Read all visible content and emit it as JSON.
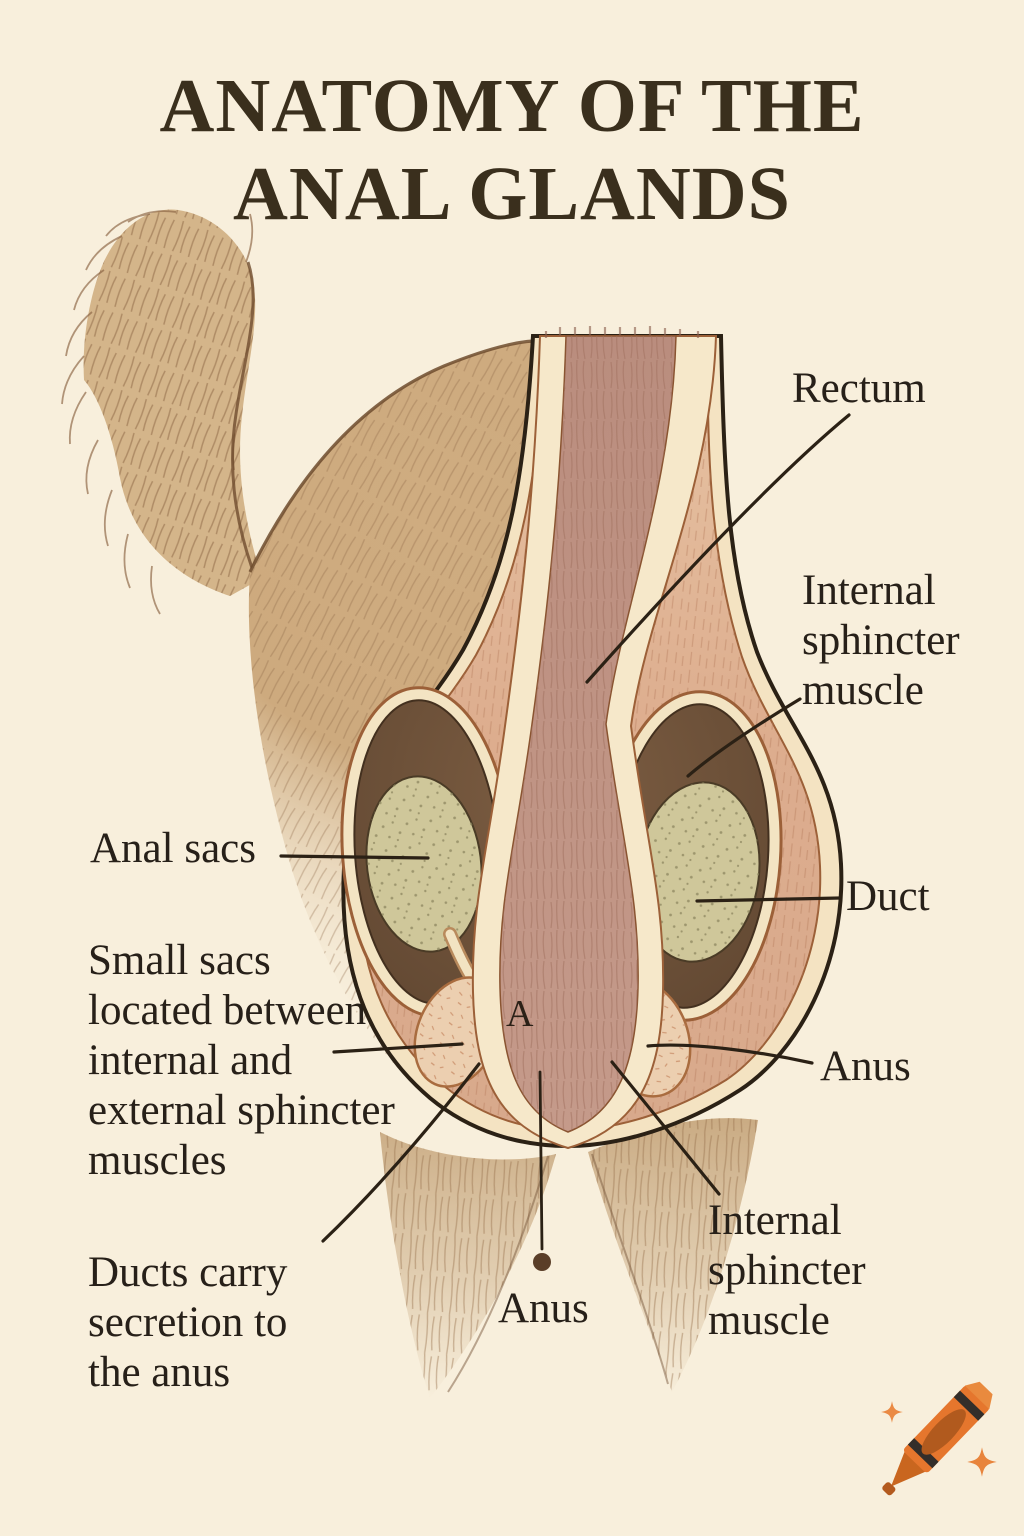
{
  "page": {
    "background_color": "#f8efdc"
  },
  "title": {
    "lines": [
      "ANATOMY OF THE",
      "ANAL GLANDS"
    ],
    "color": "#3a2f1d"
  },
  "labels": {
    "rectum": {
      "text": "Rectum"
    },
    "internal_sphincter_upper": {
      "lines": [
        "Internal",
        "sphincter",
        "muscle"
      ]
    },
    "anal_sacs": {
      "text": "Anal sacs"
    },
    "duct": {
      "text": "Duct"
    },
    "small_sacs_note": {
      "lines": [
        "Small sacs",
        "located between",
        "internal and",
        "external sphincter",
        "muscles"
      ]
    },
    "anus_side": {
      "text": "Anus"
    },
    "ducts_note": {
      "lines": [
        "Ducts carry",
        "secretion to",
        "the anus"
      ]
    },
    "anus_bottom": {
      "text": "Anus"
    },
    "internal_sphincter_lower": {
      "lines": [
        "Internal",
        "sphincter",
        "muscle"
      ]
    }
  },
  "diagram": {
    "canal_letter": "A",
    "subject": "dog hindquarters cross-section"
  },
  "colors": {
    "background": "#f8efdc",
    "title_text": "#3a2f1d",
    "label_text": "#272019",
    "outline": "#2b2115",
    "body_tan": "#cdaa7e",
    "tissue_cream": "#f4e3c2",
    "muscle_pink": "#dcab8e",
    "canal_pink": "#c29384",
    "cavity_brown": "#6a4f38",
    "anal_sac_khaki": "#cfc79a",
    "small_sac_pink": "#eccfb0",
    "anus_dot": "#5a3e28",
    "crayon_orange": "#e5762d",
    "sparkle_orange": "#e8843c"
  },
  "logo": {
    "icon": "crayon-logo"
  }
}
